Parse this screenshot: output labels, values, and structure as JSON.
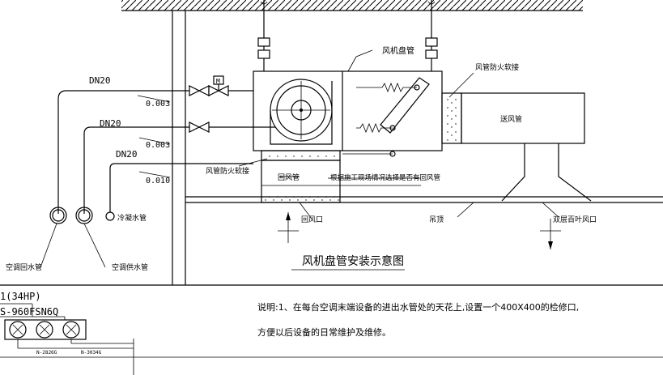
{
  "title": "风机盘管安装示意图",
  "labels": {
    "fan_coil": "风机盘管",
    "fire_joint_right": "风管防火软接",
    "fire_joint_left": "风管防火软接",
    "supply_duct": "送风管",
    "return_duct": "回风管",
    "return_duct_note": "根据施工现场情况选择是否有回风管",
    "return_air_outlet": "回风口",
    "hanger": "吊顶",
    "double_louver": "双层百叶风口",
    "condensate_pipe": "冷凝水管",
    "ac_return_pipe": "空调回水管",
    "ac_supply_pipe": "空调供水管"
  },
  "pipes": [
    {
      "size": "DN20",
      "slope": "0.003"
    },
    {
      "size": "DN20",
      "slope": "0.003"
    },
    {
      "size": "DN20",
      "slope": "0.010"
    }
  ],
  "valve_tag": "M",
  "note_line1": "说明:1、在每台空调末端设备的进出水管处的天花上,设置一个400X400的检修口,",
  "note_line2": "方便以后设备的日常维护及维修。",
  "unit": {
    "hp": "1(34HP)",
    "model": "S-960FSN6Q",
    "pipe_a": "N-2826G",
    "pipe_b": "N-3034G"
  }
}
